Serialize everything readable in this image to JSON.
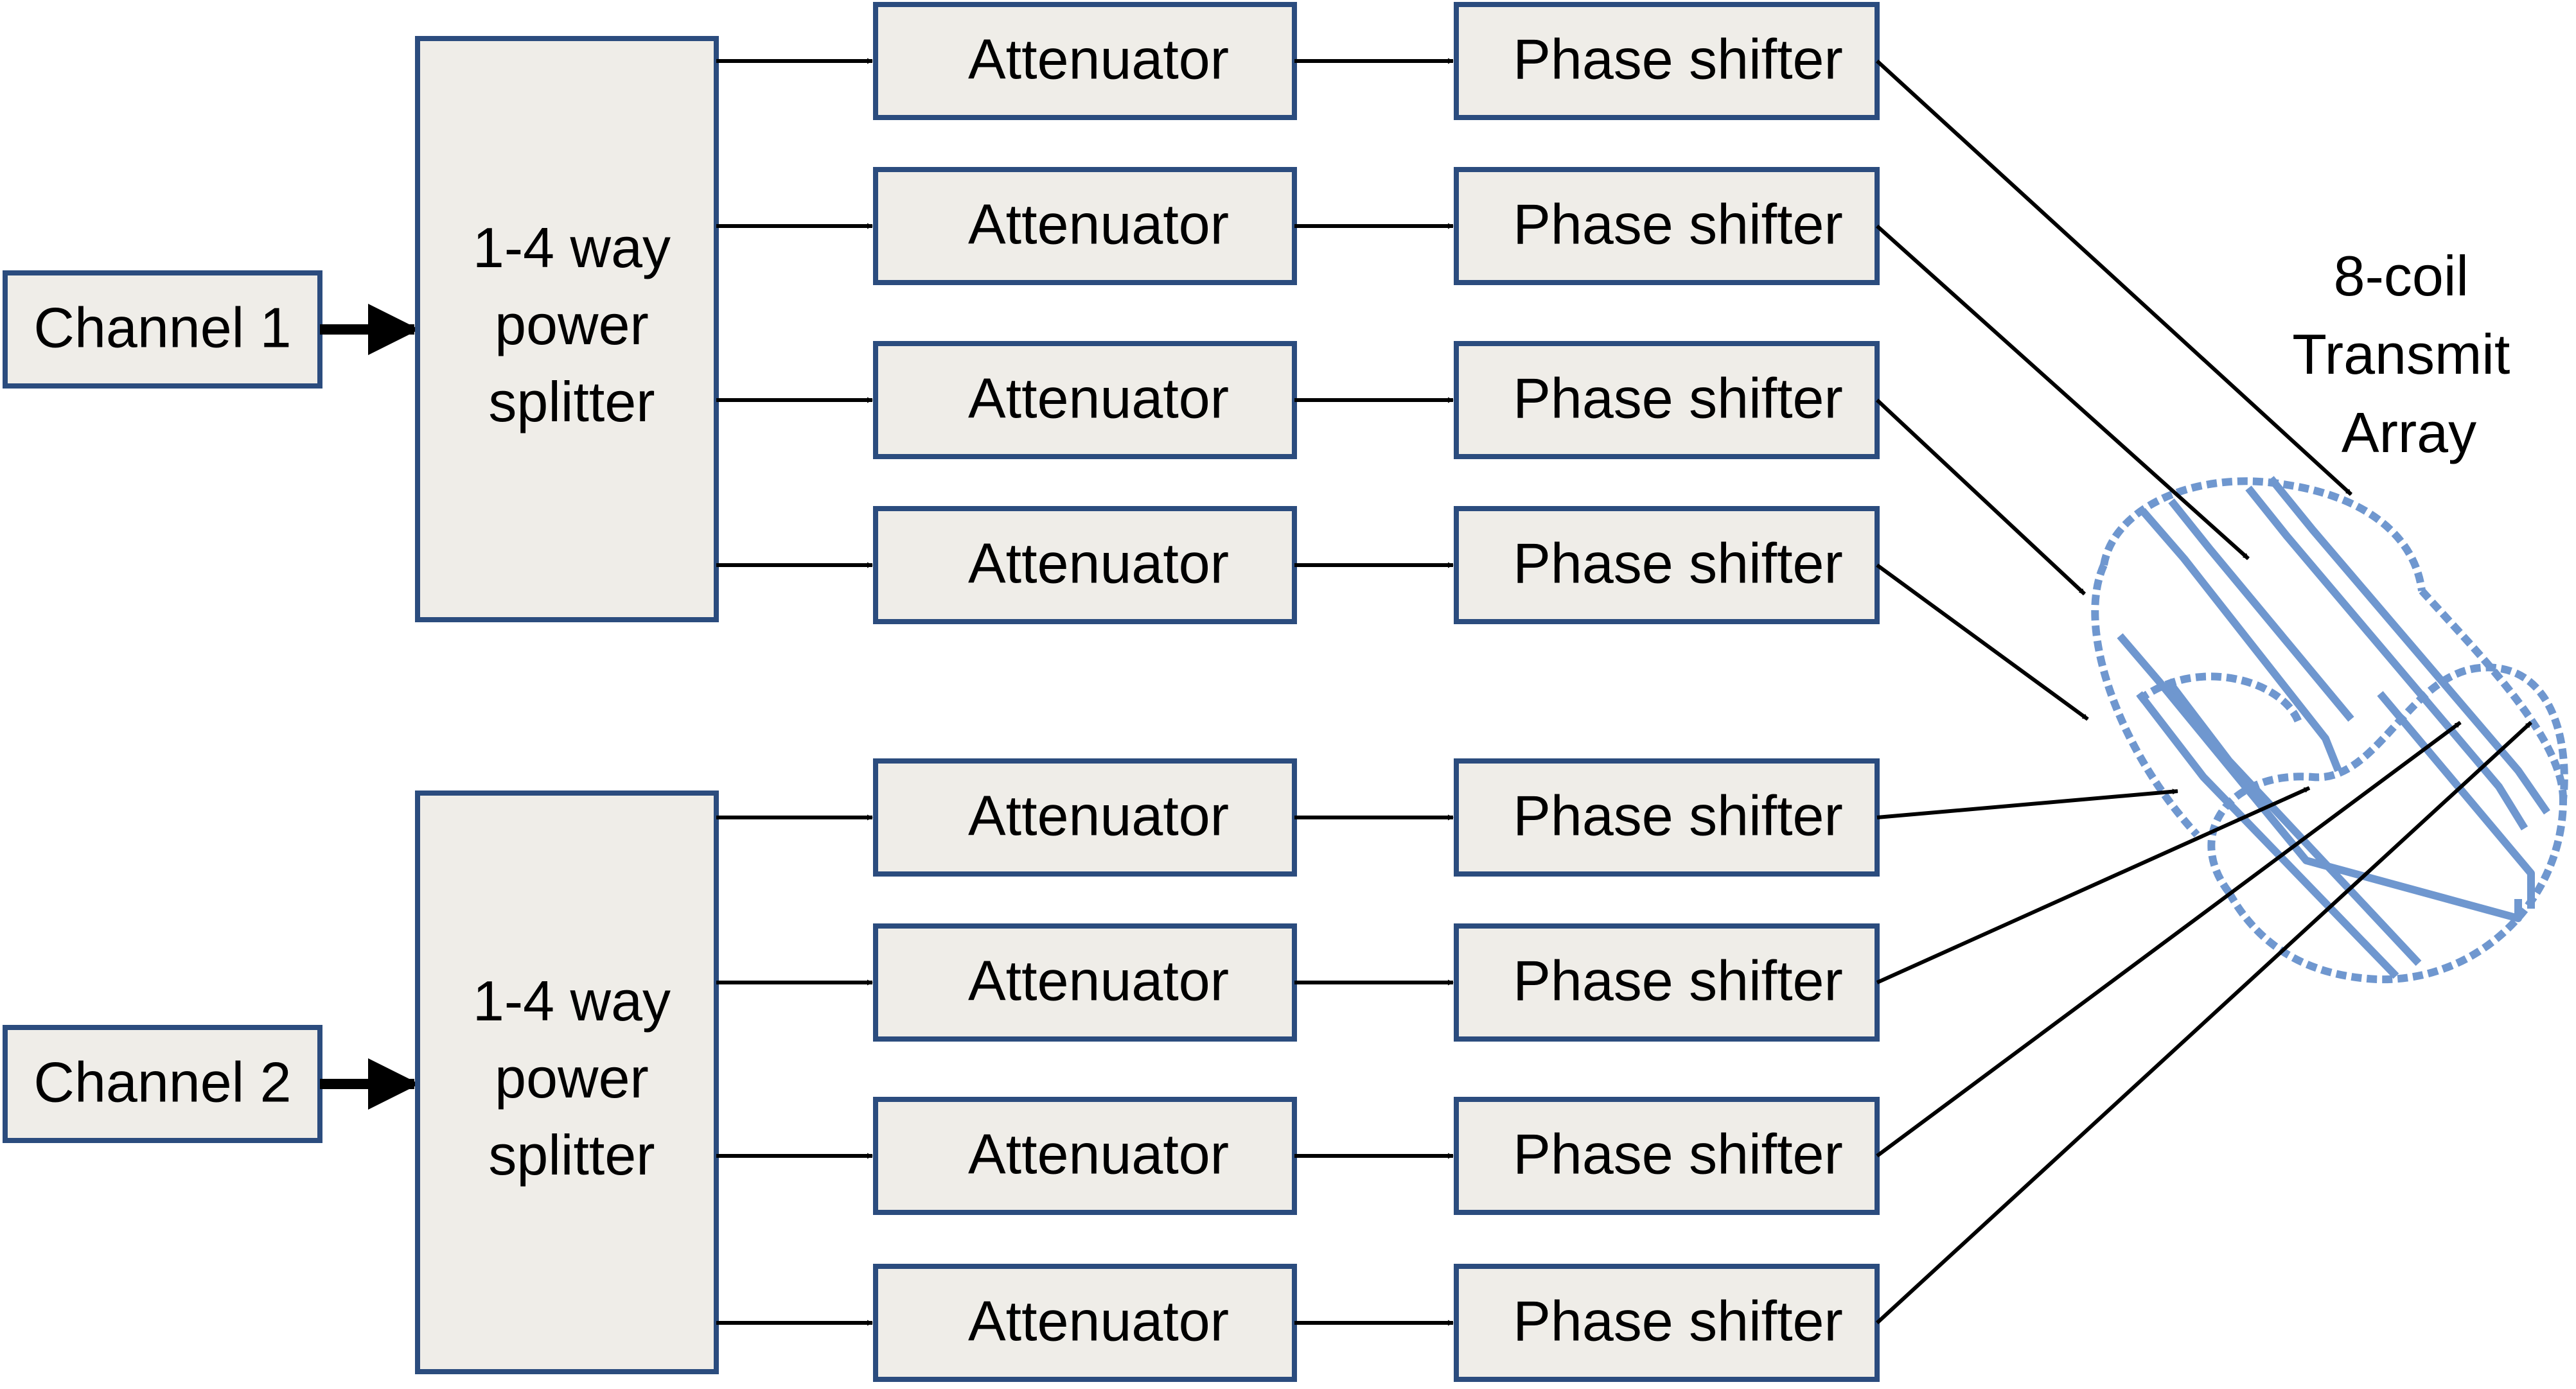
{
  "channels": [
    "Channel 1",
    "Channel 2"
  ],
  "splitter_label": [
    "1-4 way",
    "power",
    "splitter"
  ],
  "attenuator_label": "Attenuator",
  "phase_shifter_label": "Phase shifter",
  "array_label": [
    "8-coil",
    "Transmit",
    "Array"
  ],
  "paths_per_channel": 4,
  "colors": {
    "box_fill": "#efede8",
    "box_stroke": "#2b4c7e",
    "coil": "#6f97cf",
    "wire": "#000000"
  }
}
